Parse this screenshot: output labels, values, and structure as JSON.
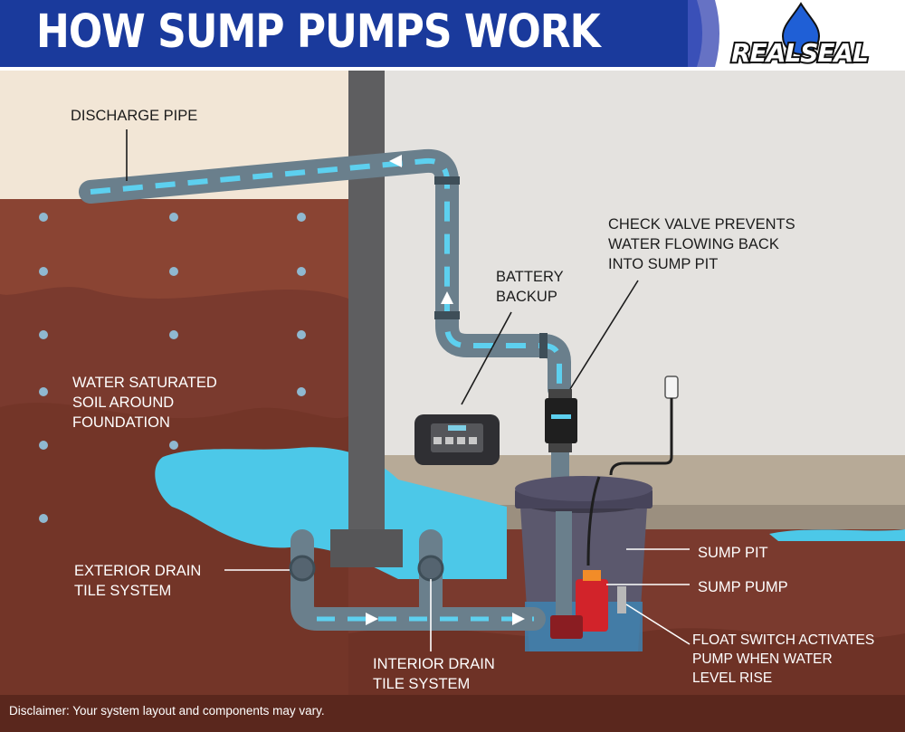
{
  "header": {
    "title": "HOW SUMP PUMPS WORK",
    "brand": "REALSEAL"
  },
  "labels": {
    "discharge_pipe": "DISCHARGE PIPE",
    "check_valve": "CHECK VALVE PREVENTS\nWATER FLOWING BACK\nINTO SUMP PIT",
    "battery_backup": "BATTERY\nBACKUP",
    "water_saturated": "WATER SATURATED\nSOIL AROUND\nFOUNDATION",
    "exterior_drain": "EXTERIOR DRAIN\nTILE SYSTEM",
    "interior_drain": "INTERIOR DRAIN\nTILE SYSTEM",
    "sump_pit": "SUMP PIT",
    "sump_pump": "SUMP PUMP",
    "float_switch": "FLOAT SWITCH ACTIVATES\nPUMP WHEN WATER\nLEVEL RISE"
  },
  "disclaimer": "Disclaimer: Your system layout and components may vary.",
  "colors": {
    "header_blue": "#1a3a9c",
    "soil": "#7a3a2e",
    "water": "#4cc8e8",
    "pipe": "#6a7f8c",
    "wall": "#5e5e60"
  }
}
